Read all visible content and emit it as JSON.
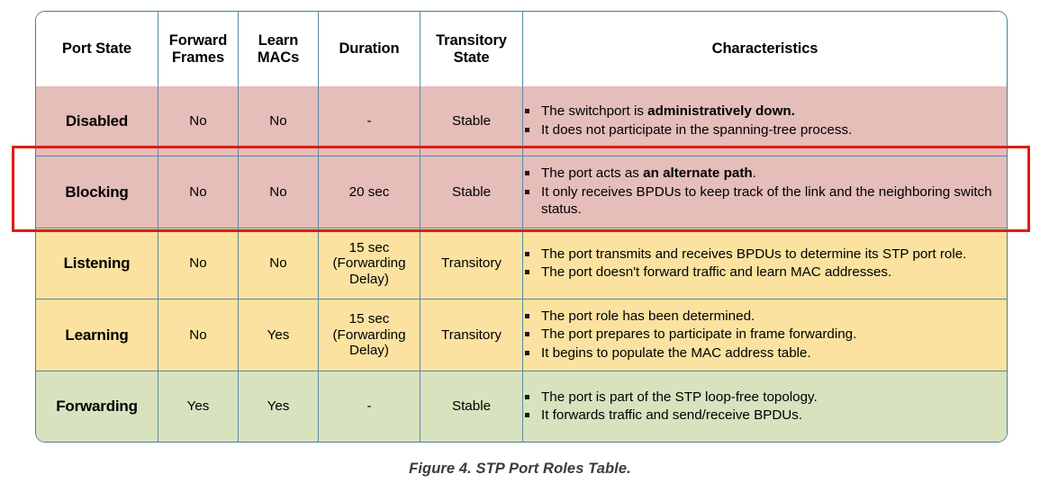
{
  "figure": {
    "caption": "Figure 4. STP Port Roles Table."
  },
  "colors": {
    "table_border": "#4b7e96",
    "cell_border": "#5b89a0",
    "row_pink": "#e5bdb9",
    "row_amber": "#fbe2a0",
    "row_green": "#d9e2bf",
    "highlight_red": "#e11b10",
    "caption_text": "#3b3b3b"
  },
  "table": {
    "headers": [
      "Port State",
      "Forward Frames",
      "Learn MACs",
      "Duration",
      "Transitory State",
      "Characteristics"
    ],
    "header_lines": {
      "port_state": "Port State",
      "forward_frames_1": "Forward",
      "forward_frames_2": "Frames",
      "learn_macs_1": "Learn",
      "learn_macs_2": "MACs",
      "duration": "Duration",
      "transitory_state_1": "Transitory",
      "transitory_state_2": "State",
      "characteristics": "Characteristics"
    },
    "rows": [
      {
        "port_state": "Disabled",
        "forward_frames": "No",
        "learn_macs": "No",
        "duration": "-",
        "duration_line1": "-",
        "duration_line2": "",
        "duration_line3": "",
        "transitory_state": "Stable",
        "characteristics": [
          {
            "pre": "The switchport is ",
            "bold": "administratively down.",
            "post": ""
          },
          {
            "pre": "It does not participate in the spanning-tree process.",
            "bold": "",
            "post": ""
          }
        ]
      },
      {
        "port_state": "Blocking",
        "forward_frames": "No",
        "learn_macs": "No",
        "duration": "20 sec",
        "duration_line1": "20 sec",
        "duration_line2": "",
        "duration_line3": "",
        "transitory_state": "Stable",
        "characteristics": [
          {
            "pre": "The port acts as ",
            "bold": "an alternate path",
            "post": "."
          },
          {
            "pre": "It only receives BPDUs to keep track of the link and the neighboring switch status.",
            "bold": "",
            "post": ""
          }
        ]
      },
      {
        "port_state": "Listening",
        "forward_frames": "No",
        "learn_macs": "No",
        "duration": "15 sec (Forwarding Delay)",
        "duration_line1": "15 sec",
        "duration_line2": "(Forwarding",
        "duration_line3": "Delay)",
        "transitory_state": "Transitory",
        "characteristics": [
          {
            "pre": "The port transmits and receives BPDUs to determine its STP port role.",
            "bold": "",
            "post": ""
          },
          {
            "pre": "The port doesn't forward traffic and learn MAC addresses.",
            "bold": "",
            "post": ""
          }
        ]
      },
      {
        "port_state": "Learning",
        "forward_frames": "No",
        "learn_macs": "Yes",
        "duration": "15 sec (Forwarding Delay)",
        "duration_line1": "15 sec",
        "duration_line2": "(Forwarding",
        "duration_line3": "Delay)",
        "transitory_state": "Transitory",
        "characteristics": [
          {
            "pre": "The port role has been determined.",
            "bold": "",
            "post": ""
          },
          {
            "pre": "The port prepares to participate in frame forwarding.",
            "bold": "",
            "post": ""
          },
          {
            "pre": "It begins to populate the MAC address table.",
            "bold": "",
            "post": ""
          }
        ]
      },
      {
        "port_state": "Forwarding",
        "forward_frames": "Yes",
        "learn_macs": "Yes",
        "duration": "-",
        "duration_line1": "-",
        "duration_line2": "",
        "duration_line3": "",
        "transitory_state": "Stable",
        "characteristics": [
          {
            "pre": "The port is part of the STP loop-free topology.",
            "bold": "",
            "post": ""
          },
          {
            "pre": "It forwards traffic and send/receive BPDUs.",
            "bold": "",
            "post": ""
          }
        ]
      }
    ],
    "highlighted_row_index": 1
  }
}
